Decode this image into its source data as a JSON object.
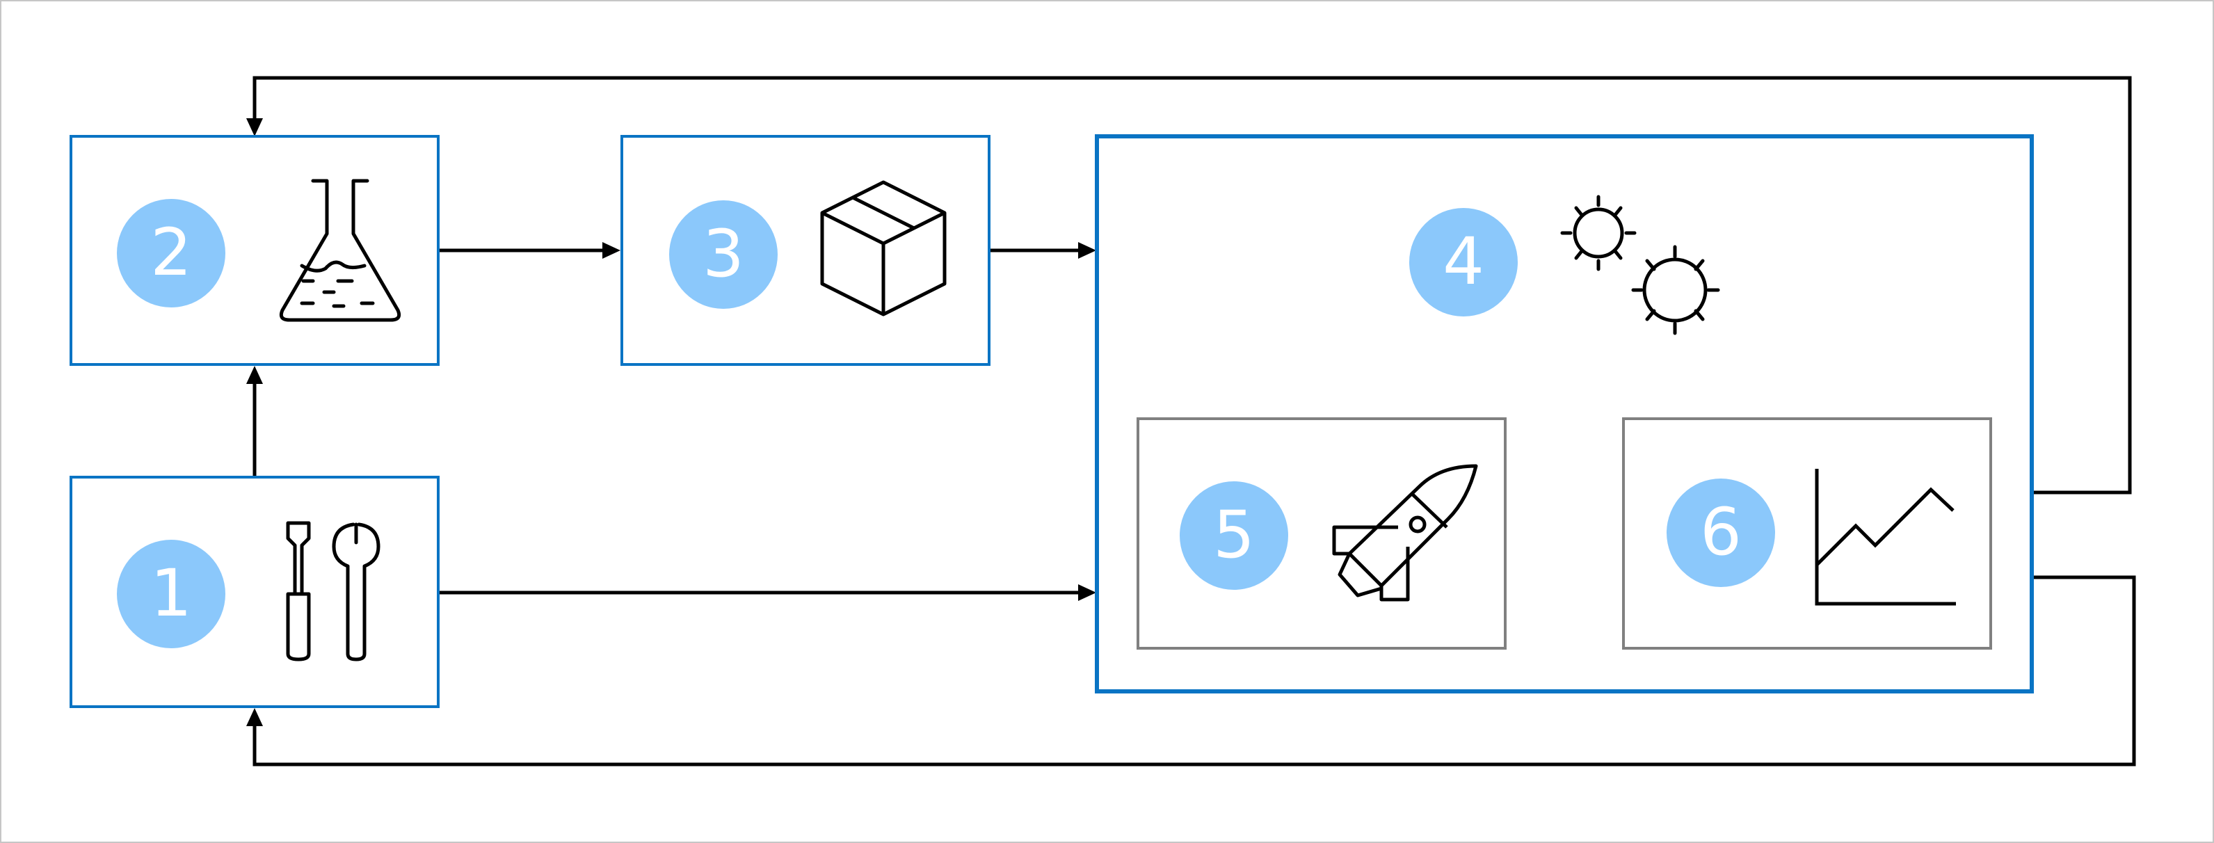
{
  "colors": {
    "border_blue": "#0a74c4",
    "border_gray": "#808080",
    "badge_fill": "#8bc8fb",
    "line": "#000000"
  },
  "steps": [
    {
      "id": "1",
      "label": "1",
      "icon": "tools-icon"
    },
    {
      "id": "2",
      "label": "2",
      "icon": "flask-icon"
    },
    {
      "id": "3",
      "label": "3",
      "icon": "package-box-icon"
    },
    {
      "id": "4",
      "label": "4",
      "icon": "gears-icon"
    },
    {
      "id": "5",
      "label": "5",
      "icon": "rocket-icon"
    },
    {
      "id": "6",
      "label": "6",
      "icon": "line-chart-icon"
    }
  ]
}
